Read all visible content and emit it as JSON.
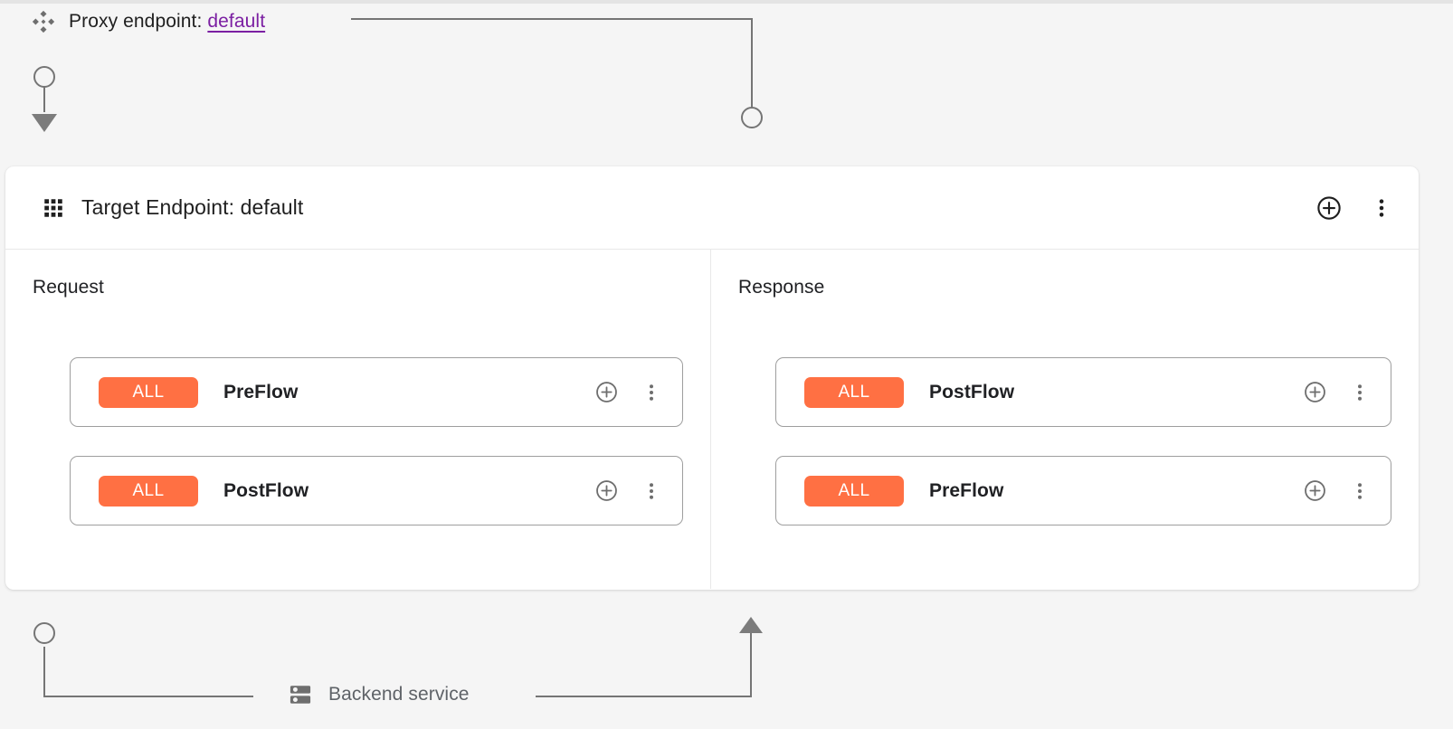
{
  "proxy": {
    "icon": "proxy-diamond-cluster-icon",
    "label_prefix": "Proxy endpoint:",
    "endpoint_name": "default",
    "link_color": "#7b1fa2"
  },
  "target_panel": {
    "icon": "apps-grid-icon",
    "title": "Target Endpoint: default",
    "actions": {
      "add": "add-circle-icon",
      "more": "more-vert-icon"
    }
  },
  "columns": [
    {
      "label": "Request",
      "direction": "down",
      "flows": [
        {
          "badge": "ALL",
          "name": "PreFlow"
        },
        {
          "badge": "ALL",
          "name": "PostFlow"
        }
      ]
    },
    {
      "label": "Response",
      "direction": "up",
      "flows": [
        {
          "badge": "ALL",
          "name": "PostFlow"
        },
        {
          "badge": "ALL",
          "name": "PreFlow"
        }
      ]
    }
  ],
  "backend": {
    "icon": "server-storage-icon",
    "label": "Backend service"
  },
  "colors": {
    "badge_orange": "#ff7043",
    "connector_gray": "#757575",
    "panel_bg": "#ffffff",
    "page_bg": "#f5f5f5",
    "link_purple": "#7b1fa2"
  }
}
